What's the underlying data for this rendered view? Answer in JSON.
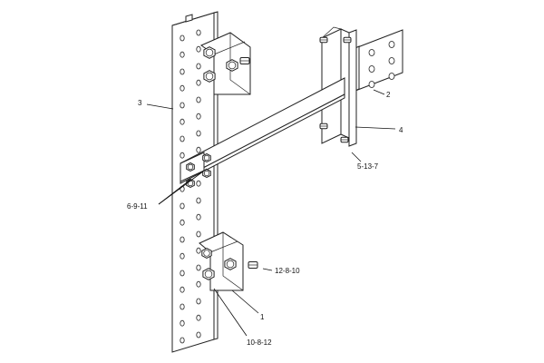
{
  "diagram": {
    "labels": {
      "l1": "1",
      "l2": "2",
      "l3": "3",
      "l4": "4",
      "l5137": "5-13-7",
      "l6911": "6-9-11",
      "l12810": "12-8-10",
      "l10812": "10-8-12"
    },
    "icons": [
      "bolt-icon",
      "nut-icon",
      "washer-icon"
    ]
  }
}
